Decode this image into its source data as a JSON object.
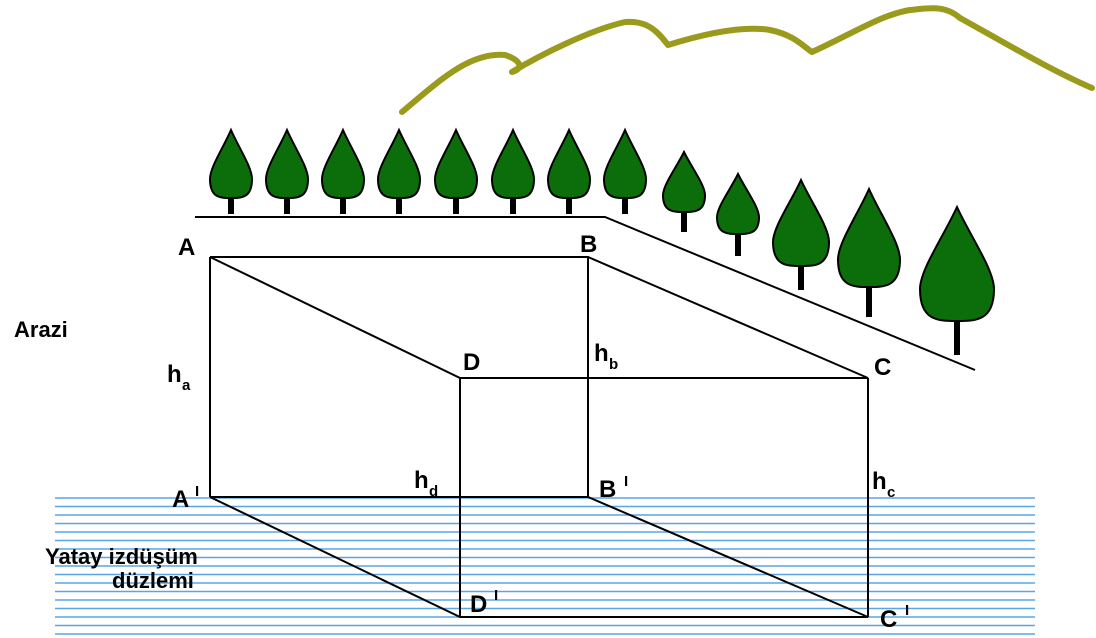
{
  "colors": {
    "mountain": "#9a9a1c",
    "tree_fill": "#0b6e0b",
    "tree_outline": "#000000",
    "water_lines": "#5aa5e6",
    "lines": "#000000"
  },
  "labels": {
    "terrain": "Arazi",
    "plane_line1": "Yatay izdüşüm",
    "plane_line2": "düzlemi",
    "A": "A",
    "B": "B",
    "C": "C",
    "D": "D",
    "A_proj": "A",
    "B_proj": "B",
    "C_proj": "C",
    "D_proj": "D",
    "prime": "I",
    "h": "h",
    "ha_sub": "a",
    "hb_sub": "b",
    "hc_sub": "c",
    "hd_sub": "d"
  },
  "icons": [
    "tree-icon",
    "mountain-ridge"
  ]
}
